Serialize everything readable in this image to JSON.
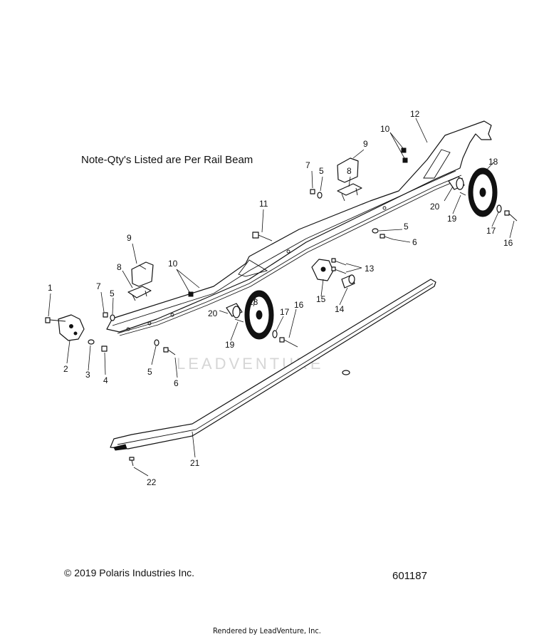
{
  "note": "Note-Qty's Listed are Per Rail Beam",
  "copyright": "© 2019 Polaris Industries Inc.",
  "diagram_number": "601187",
  "footer": "Rendered by LeadVenture, Inc.",
  "watermark": "LEADVENTURE",
  "callouts": {
    "c1": "1",
    "c2": "2",
    "c3": "3",
    "c4": "4",
    "c5a": "5",
    "c5b": "5",
    "c5c": "5",
    "c5d": "5",
    "c6a": "6",
    "c6b": "6",
    "c7a": "7",
    "c7b": "7",
    "c8a": "8",
    "c8b": "8",
    "c9a": "9",
    "c9b": "9",
    "c10a": "10",
    "c10b": "10",
    "c11": "11",
    "c12": "12",
    "c13": "13",
    "c14": "14",
    "c15": "15",
    "c16a": "16",
    "c16b": "16",
    "c17a": "17",
    "c17b": "17",
    "c18a": "18",
    "c18b": "18",
    "c19a": "19",
    "c19b": "19",
    "c20a": "20",
    "c20b": "20",
    "c21": "21",
    "c22": "22"
  }
}
